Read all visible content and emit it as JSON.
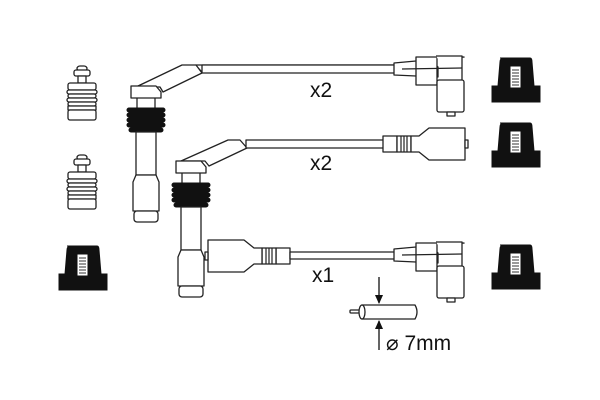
{
  "labels": {
    "cable_set_a_qty": "x2",
    "cable_set_b_qty": "x2",
    "cable_set_c_qty": "x1",
    "diameter": "⌀ 7mm"
  },
  "colors": {
    "line": "#222222",
    "fill": "#ffffff",
    "boot": "#111111"
  }
}
